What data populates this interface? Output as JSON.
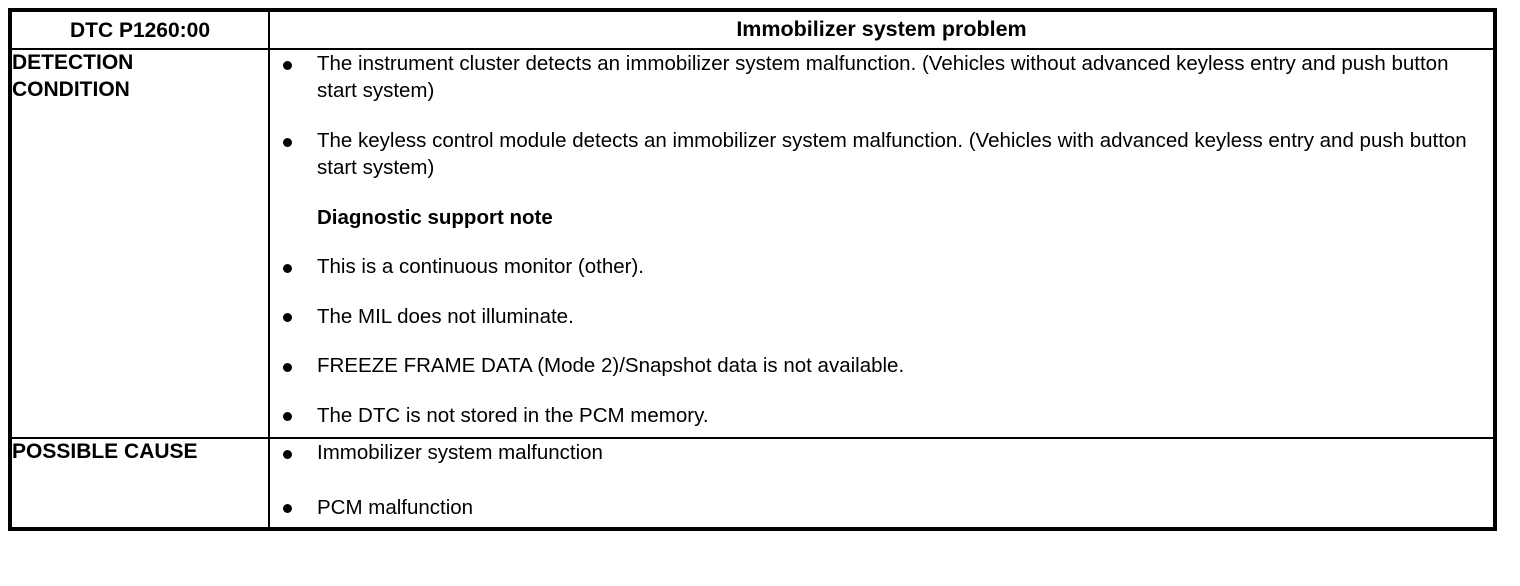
{
  "table": {
    "header": {
      "dtc_code": "DTC P1260:00",
      "title": "Immobilizer system problem"
    },
    "rows": [
      {
        "label": "DETECTION CONDITION",
        "label_lines": [
          "DETECTION",
          "CONDITION"
        ],
        "items": [
          {
            "type": "bullet",
            "text": "The instrument cluster detects an immobilizer system malfunction. (Vehicles without advanced keyless entry and push button start system)"
          },
          {
            "type": "bullet",
            "text": "The keyless control module detects an immobilizer system malfunction. (Vehicles with advanced keyless entry and push button start system)"
          },
          {
            "type": "heading",
            "text": "Diagnostic support note"
          },
          {
            "type": "bullet",
            "text": "This is a continuous monitor (other)."
          },
          {
            "type": "bullet",
            "text": "The MIL does not illuminate."
          },
          {
            "type": "bullet",
            "text": "FREEZE FRAME DATA (Mode 2)/Snapshot data is not available."
          },
          {
            "type": "bullet",
            "text": "The DTC is not stored in the PCM memory."
          }
        ]
      },
      {
        "label": "POSSIBLE CAUSE",
        "label_lines": [
          "POSSIBLE CAUSE"
        ],
        "items": [
          {
            "type": "bullet",
            "text": "Immobilizer system malfunction"
          },
          {
            "type": "bullet",
            "text": "PCM malfunction"
          }
        ]
      }
    ]
  },
  "style": {
    "border_color": "#000000",
    "text_color": "#000000",
    "background": "#ffffff"
  }
}
